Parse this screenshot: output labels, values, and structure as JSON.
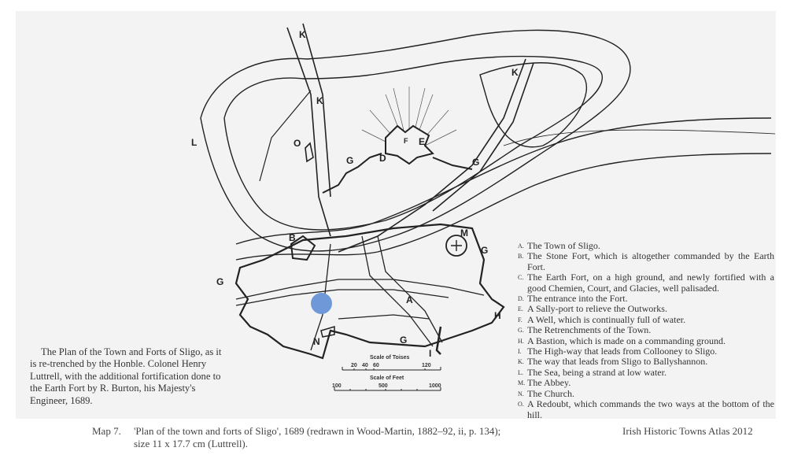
{
  "map": {
    "labels": [
      "K",
      "K",
      "K",
      "L",
      "O",
      "G",
      "D",
      "E",
      "F",
      "G",
      "B",
      "M",
      "G",
      "G",
      "A",
      "H",
      "N",
      "G",
      "I"
    ],
    "scale_toises": {
      "title": "Scale of Toises",
      "ticks": [
        "20",
        "40",
        "60",
        "120"
      ]
    },
    "scale_feet": {
      "title": "Scale of Feet",
      "ticks": [
        "100",
        "500",
        "1000"
      ]
    },
    "marker_color": "#6f98d8"
  },
  "plan_caption": [
    "The Plan of the Town and Forts of Sligo, as it",
    "is re-trenched by the Honble. Colonel Henry",
    "Luttrell, with the additional fortification done to",
    "the Earth Fort by R. Burton, his Majesty's",
    "Engineer, 1689."
  ],
  "legend": [
    {
      "key": "A.",
      "text": "The Town of Sligo."
    },
    {
      "key": "B.",
      "text": "The Stone Fort, which is altogether commanded by the Earth Fort."
    },
    {
      "key": "C.",
      "text": "The Earth Fort, on a high ground, and newly fortified with a good Chemien, Court, and Glacies, well palisaded."
    },
    {
      "key": "D.",
      "text": "The entrance into the Fort."
    },
    {
      "key": "E.",
      "text": "A Sally-port to relieve the Outworks."
    },
    {
      "key": "F.",
      "text": "A Well, which is continually full of water."
    },
    {
      "key": "G.",
      "text": "The Retrenchments of the Town."
    },
    {
      "key": "H.",
      "text": "A Bastion, which is made on a commanding ground."
    },
    {
      "key": "I.",
      "text": "The High-way that leads from Collooney to Sligo."
    },
    {
      "key": "K.",
      "text": "The way that leads from Sligo to Ballyshannon."
    },
    {
      "key": "L.",
      "text": "The Sea, being a strand at low water."
    },
    {
      "key": "M.",
      "text": "The Abbey."
    },
    {
      "key": "N.",
      "text": "The Church."
    },
    {
      "key": "O.",
      "text": "A Redoubt, which commands the two ways at the bottom of the hill."
    }
  ],
  "footer": {
    "map_no": "Map 7.",
    "line1": "'Plan of the town and forts of Sligo', 1689 (redrawn in Wood-Martin, 1882–92, ii, p. 134);",
    "line2": "size 11 x 17.7 cm (Luttrell).",
    "atlas": "Irish Historic Towns Atlas 2012"
  }
}
